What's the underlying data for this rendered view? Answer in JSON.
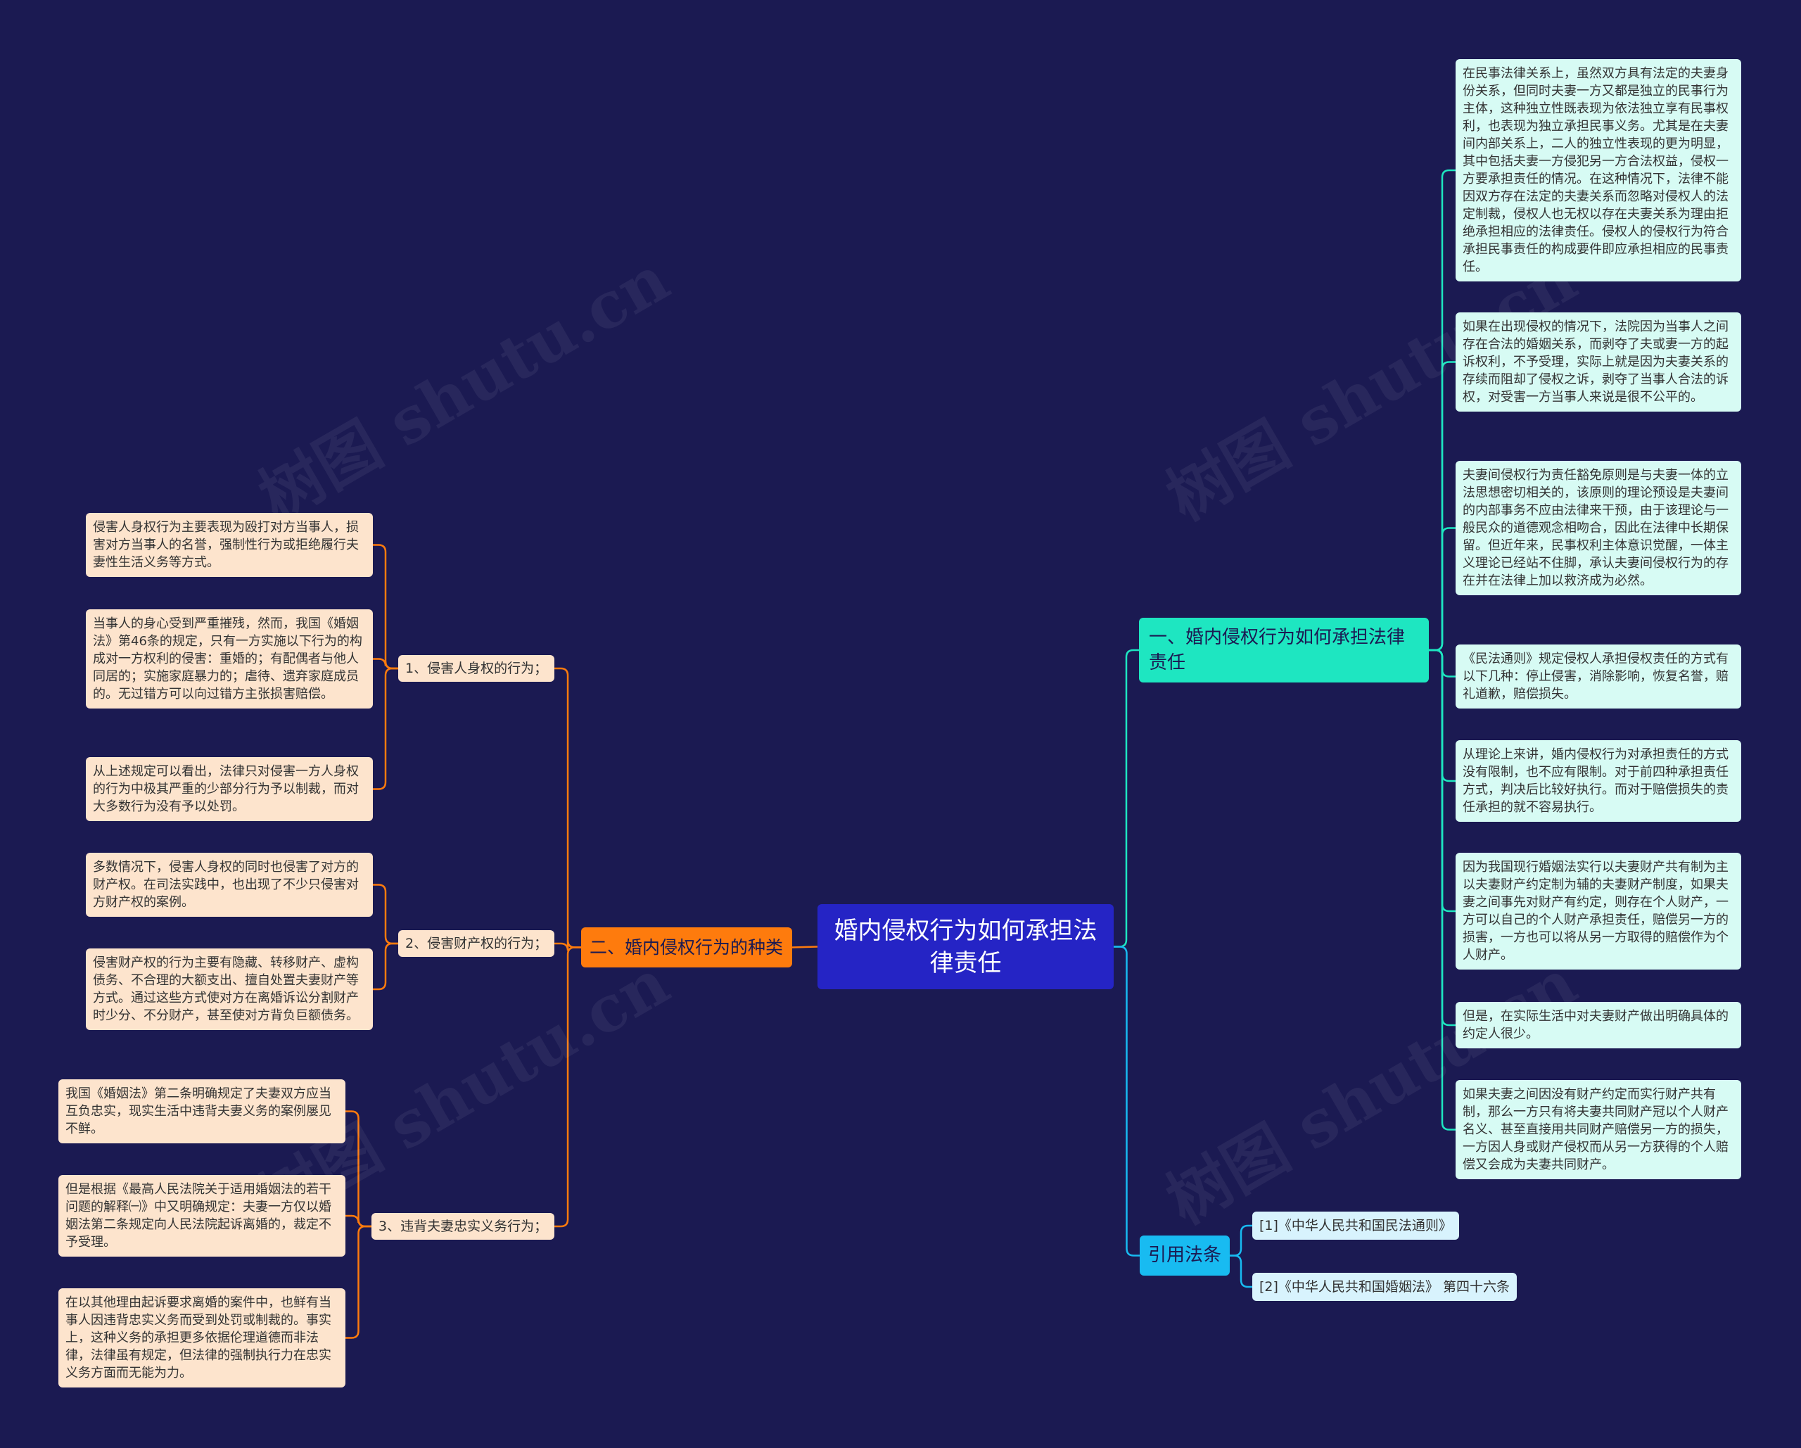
{
  "colors": {
    "background": "#1b1a52",
    "root": "#2524c5",
    "left_branch": "#fe7b0d",
    "right_branch": "#1ee6c1",
    "ref_branch": "#18bbf1",
    "left_leaf": "#fde4cd",
    "right_leaf": "#d7fbf4",
    "ref_leaf": "#d8f3fd"
  },
  "watermark": "树图 shutu.cn",
  "root": {
    "label": "婚内侵权行为如何承担法律责任"
  },
  "left_branch": {
    "label": "二、婚内侵权行为的种类",
    "subs": [
      {
        "label": "1、侵害人身权的行为；",
        "leaves": [
          "侵害人身权行为主要表现为殴打对方当事人，损害对方当事人的名誉，强制性行为或拒绝履行夫妻性生活义务等方式。",
          "当事人的身心受到严重摧残，然而，我国《婚姻法》第46条的规定，只有一方实施以下行为的构成对一方权利的侵害：重婚的；有配偶者与他人同居的；实施家庭暴力的；虐待、遗弃家庭成员的。无过错方可以向过错方主张损害赔偿。",
          "从上述规定可以看出，法律只对侵害一方人身权的行为中极其严重的少部分行为予以制裁，而对大多数行为没有予以处罚。"
        ]
      },
      {
        "label": "2、侵害财产权的行为；",
        "leaves": [
          "多数情况下，侵害人身权的同时也侵害了对方的财产权。在司法实践中，也出现了不少只侵害对方财产权的案例。",
          "侵害财产权的行为主要有隐藏、转移财产、虚构债务、不合理的大额支出、擅自处置夫妻财产等方式。通过这些方式使对方在离婚诉讼分割财产时少分、不分财产，甚至使对方背负巨额债务。"
        ]
      },
      {
        "label": "3、违背夫妻忠实义务行为；",
        "leaves": [
          "我国《婚姻法》第二条明确规定了夫妻双方应当互负忠实，现实生活中违背夫妻义务的案例屡见不鲜。",
          "但是根据《最高人民法院关于适用婚姻法的若干问题的解释㈠》中又明确规定：夫妻一方仅以婚姻法第二条规定向人民法院起诉离婚的，裁定不予受理。",
          "在以其他理由起诉要求离婚的案件中，也鲜有当事人因违背忠实义务而受到处罚或制裁的。事实上，这种义务的承担更多依据伦理道德而非法律，法律虽有规定，但法律的强制执行力在忠实义务方面而无能为力。"
        ]
      }
    ]
  },
  "right_branch": {
    "label": "一、婚内侵权行为如何承担法律责任",
    "leaves": [
      "在民事法律关系上，虽然双方具有法定的夫妻身份关系，但同时夫妻一方又都是独立的民事行为主体，这种独立性既表现为依法独立享有民事权利，也表现为独立承担民事义务。尤其是在夫妻间内部关系上，二人的独立性表现的更为明显，其中包括夫妻一方侵犯另一方合法权益，侵权一方要承担责任的情况。在这种情况下，法律不能因双方存在法定的夫妻关系而忽略对侵权人的法定制裁，侵权人也无权以存在夫妻关系为理由拒绝承担相应的法律责任。侵权人的侵权行为符合承担民事责任的构成要件即应承担相应的民事责任。",
      "如果在出现侵权的情况下，法院因为当事人之间存在合法的婚姻关系，而剥夺了夫或妻一方的起诉权利，不予受理，实际上就是因为夫妻关系的存续而阻却了侵权之诉，剥夺了当事人合法的诉权，对受害一方当事人来说是很不公平的。",
      "夫妻间侵权行为责任豁免原则是与夫妻一体的立法思想密切相关的，该原则的理论预设是夫妻间的内部事务不应由法律来干预，由于该理论与一般民众的道德观念相吻合，因此在法律中长期保留。但近年来，民事权利主体意识觉醒，一体主义理论已经站不住脚，承认夫妻间侵权行为的存在并在法律上加以救济成为必然。",
      "《民法通则》规定侵权人承担侵权责任的方式有以下几种：停止侵害，消除影响，恢复名誉，赔礼道歉，赔偿损失。",
      "从理论上来讲，婚内侵权行为对承担责任的方式没有限制，也不应有限制。对于前四种承担责任方式，判决后比较好执行。而对于赔偿损失的责任承担的就不容易执行。",
      "因为我国现行婚姻法实行以夫妻财产共有制为主以夫妻财产约定制为辅的夫妻财产制度，如果夫妻之间事先对财产有约定，则存在个人财产，一方可以自己的个人财产承担责任，赔偿另一方的损害，一方也可以将从另一方取得的赔偿作为个人财产。",
      "但是，在实际生活中对夫妻财产做出明确具体的约定人很少。",
      "如果夫妻之间因没有财产约定而实行财产共有制，那么一方只有将夫妻共同财产冠以个人财产名义、甚至直接用共同财产赔偿另一方的损失，一方因人身或财产侵权而从另一方获得的个人赔偿又会成为夫妻共同财产。"
    ]
  },
  "ref_branch": {
    "label": "引用法条",
    "items": [
      "[1]《中华人民共和国民法通则》",
      "[2]《中华人民共和国婚姻法》 第四十六条"
    ]
  }
}
